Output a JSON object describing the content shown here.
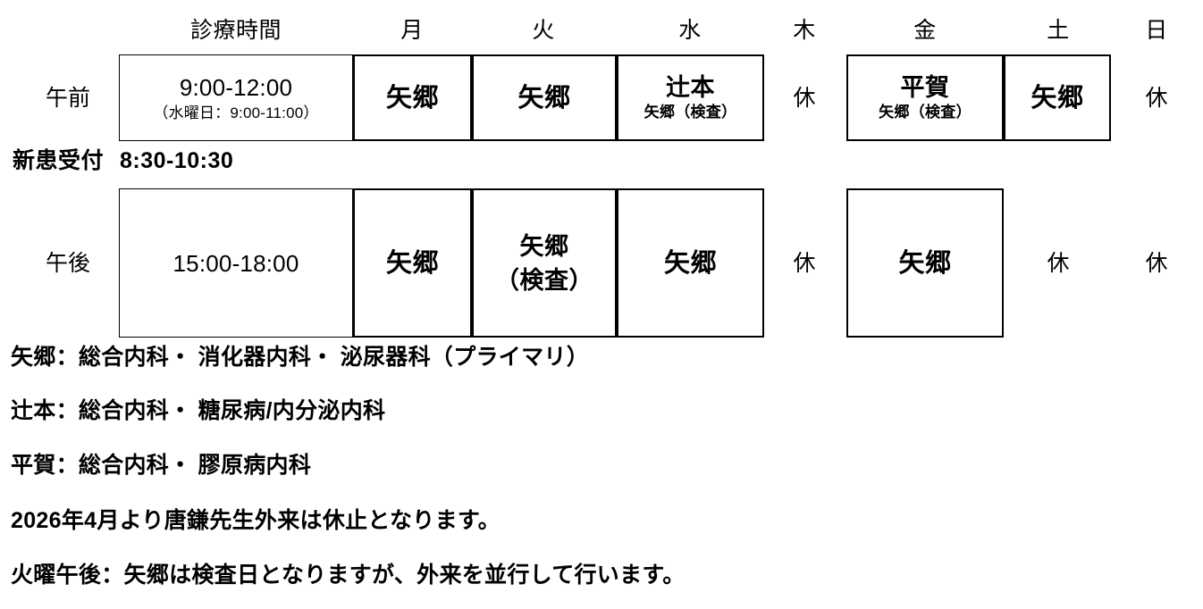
{
  "schedule": {
    "header": {
      "time_column_label": "診療時間",
      "days": [
        "月",
        "火",
        "水",
        "木",
        "金",
        "土",
        "日"
      ]
    },
    "rows": [
      {
        "label": "午前",
        "time_main": "9:00-12:00",
        "time_sub": "（水曜日：9:00-11:00）",
        "cells": [
          {
            "day": "月",
            "main": "矢郷",
            "sub": "",
            "closed": false
          },
          {
            "day": "火",
            "main": "矢郷",
            "sub": "",
            "closed": false
          },
          {
            "day": "水",
            "main": "辻本",
            "sub": "矢郷（検査）",
            "closed": false
          },
          {
            "day": "木",
            "main": "休",
            "sub": "",
            "closed": true
          },
          {
            "day": "金",
            "main": "平賀",
            "sub": "矢郷（検査）",
            "closed": false
          },
          {
            "day": "土",
            "main": "矢郷",
            "sub": "",
            "closed": false
          },
          {
            "day": "日",
            "main": "休",
            "sub": "",
            "closed": true
          }
        ]
      },
      {
        "label": "午後",
        "time_main": "15:00-18:00",
        "time_sub": "",
        "cells": [
          {
            "day": "月",
            "main": "矢郷",
            "sub": "",
            "closed": false
          },
          {
            "day": "火",
            "main": "矢郷",
            "sub": "（検査）",
            "closed": false
          },
          {
            "day": "水",
            "main": "矢郷",
            "sub": "",
            "closed": false
          },
          {
            "day": "木",
            "main": "休",
            "sub": "",
            "closed": true
          },
          {
            "day": "金",
            "main": "矢郷",
            "sub": "",
            "closed": false
          },
          {
            "day": "土",
            "main": "休",
            "sub": "",
            "closed": true
          },
          {
            "day": "日",
            "main": "休",
            "sub": "",
            "closed": true
          }
        ]
      }
    ],
    "new_patient": {
      "label": "新患受付",
      "time": "8:30-10:30"
    }
  },
  "notes": [
    "矢郷：総合内科・ 消化器内科・ 泌尿器科（プライマリ）",
    "辻本：総合内科・ 糖尿病/内分泌内科",
    "平賀：総合内科・ 膠原病内科",
    "2026年4月より唐鎌先生外来は休止となります。",
    "火曜午後：矢郷は検査日となりますが、外来を並行して行います。"
  ],
  "colors": {
    "text": "#000000",
    "border": "#000000",
    "background": "#ffffff"
  }
}
